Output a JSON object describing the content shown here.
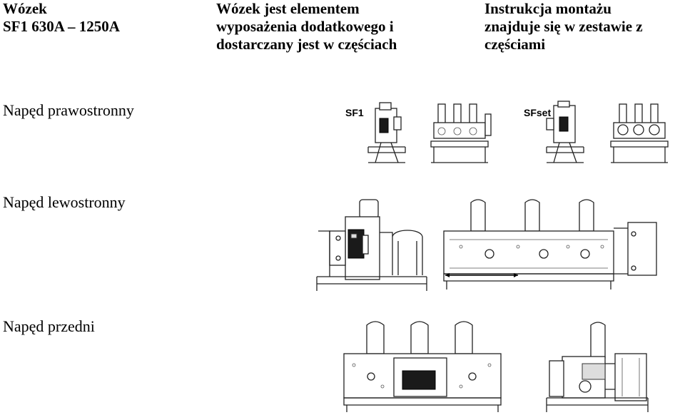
{
  "header": {
    "title_line1": "Wózek",
    "title_line2": "SF1 630A – 1250A",
    "note_line1": "Wózek jest elementem",
    "note_line2": "wyposażenia dodatkowego i",
    "note_line3": "dostarczany jest w częściach",
    "instr_line1": "Instrukcja montażu",
    "instr_line2": "znajduje się w zestawie z",
    "instr_line3": "częściami"
  },
  "sections": {
    "right": "Napęd prawostronny",
    "left": "Napęd lewostronny",
    "front": "Napęd przedni"
  },
  "drawings": {
    "sf1_label": "SF1",
    "sfset_label": "SFset"
  }
}
